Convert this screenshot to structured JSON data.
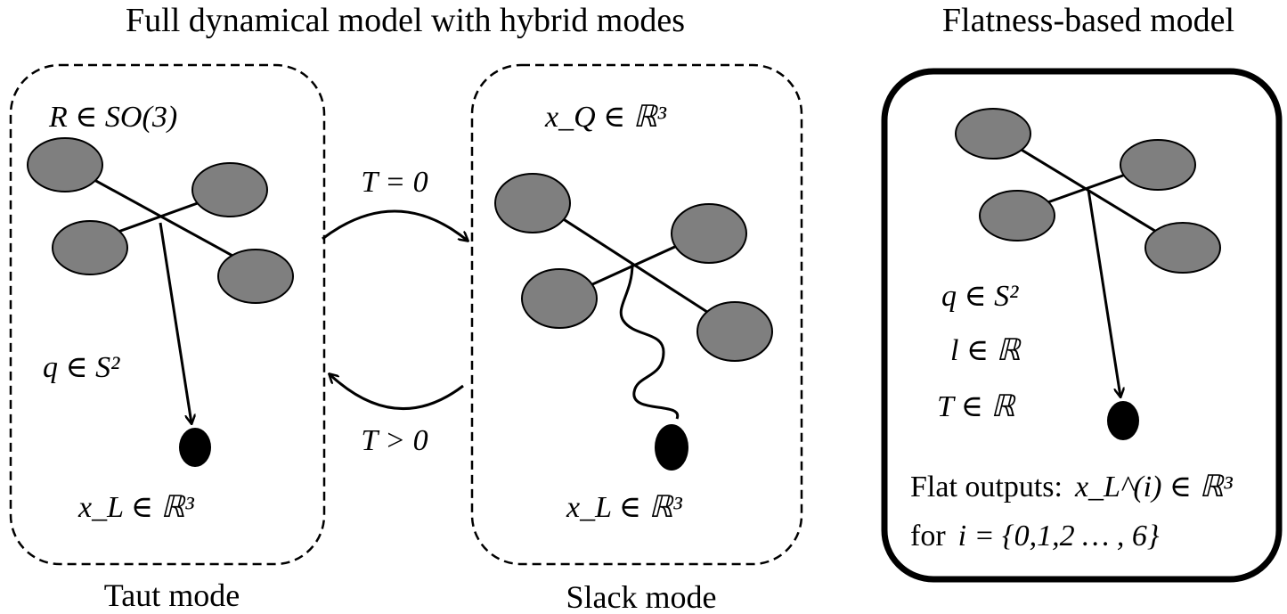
{
  "titles": {
    "left": "Full dynamical model with hybrid modes",
    "right": "Flatness-based model"
  },
  "captions": {
    "taut": "Taut mode",
    "slack": "Slack mode"
  },
  "transitions": {
    "to_slack": "T = 0",
    "to_taut": "T > 0"
  },
  "taut": {
    "rotation": "R ∈ SO(3)",
    "cable_dir": "q ∈ S²",
    "load_pos": "x_L ∈ ℝ³"
  },
  "slack": {
    "quad_pos": "x_Q ∈ ℝ³",
    "load_pos": "x_L ∈ ℝ³"
  },
  "flat": {
    "cable_dir": "q ∈ S²",
    "length": "l ∈ ℝ",
    "tension": "T ∈ ℝ",
    "outputs_label": "Flat outputs:",
    "outputs_math": "x_L^(i) ∈ ℝ³",
    "for_label": "for",
    "for_math": "i = {0,1,2 … , 6}"
  },
  "colors": {
    "rotor": "#7f7f7f",
    "line": "#000000",
    "background": "#ffffff"
  }
}
